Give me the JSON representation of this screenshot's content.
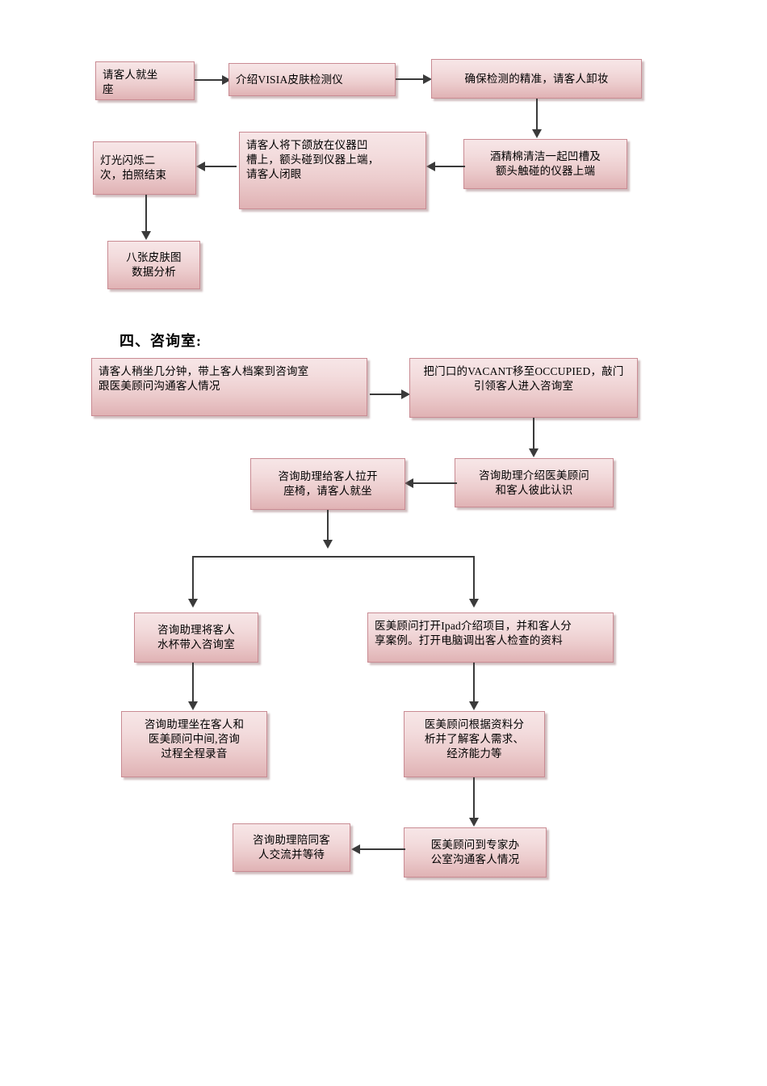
{
  "document": {
    "section_heading": "四、咨询室:"
  },
  "nodes": {
    "n1": {
      "text": "请客人就坐\n座"
    },
    "n2": {
      "text": "介绍VISIA皮肤检测仪"
    },
    "n3": {
      "text": "确保检测的精准，请客人卸妆"
    },
    "n4": {
      "text": "酒精棉清洁一起凹槽及\n额头触碰的仪器上端"
    },
    "n5": {
      "text": "请客人将下颌放在仪器凹\n槽上，额头碰到仪器上端，\n请客人闭眼"
    },
    "n6": {
      "text": "灯光闪烁二\n次，拍照结束"
    },
    "n7": {
      "text": "八张皮肤图\n数据分析"
    },
    "n8": {
      "text": "请客人稍坐几分钟，带上客人档案到咨询室\n跟医美顾问沟通客人情况"
    },
    "n9": {
      "text": "把门口的VACANT移至OCCUPIED，敲门\n引领客人进入咨询室"
    },
    "n10": {
      "text": "咨询助理介绍医美顾问\n和客人彼此认识"
    },
    "n11": {
      "text": "咨询助理给客人拉开\n座椅，请客人就坐"
    },
    "n12": {
      "text": "咨询助理将客人\n水杯带入咨询室"
    },
    "n13": {
      "text": "医美顾问打开Ipad介绍项目，并和客人分\n享案例。打开电脑调出客人检查的资料"
    },
    "n14": {
      "text": "咨询助理坐在客人和\n医美顾问中间,咨询\n过程全程录音"
    },
    "n15": {
      "text": "医美顾问根据资料分\n析并了解客人需求、\n经济能力等"
    },
    "n16": {
      "text": "咨询助理陪同客\n人交流并等待"
    },
    "n17": {
      "text": "医美顾问到专家办\n公室沟通客人情况"
    }
  },
  "colors": {
    "node_fill_top": "#f7e6e7",
    "node_fill_bottom": "#e0b2b4",
    "node_border": "#c98b93",
    "connector": "#3a3a3a",
    "text": "#000000",
    "page_background": "#ffffff"
  }
}
